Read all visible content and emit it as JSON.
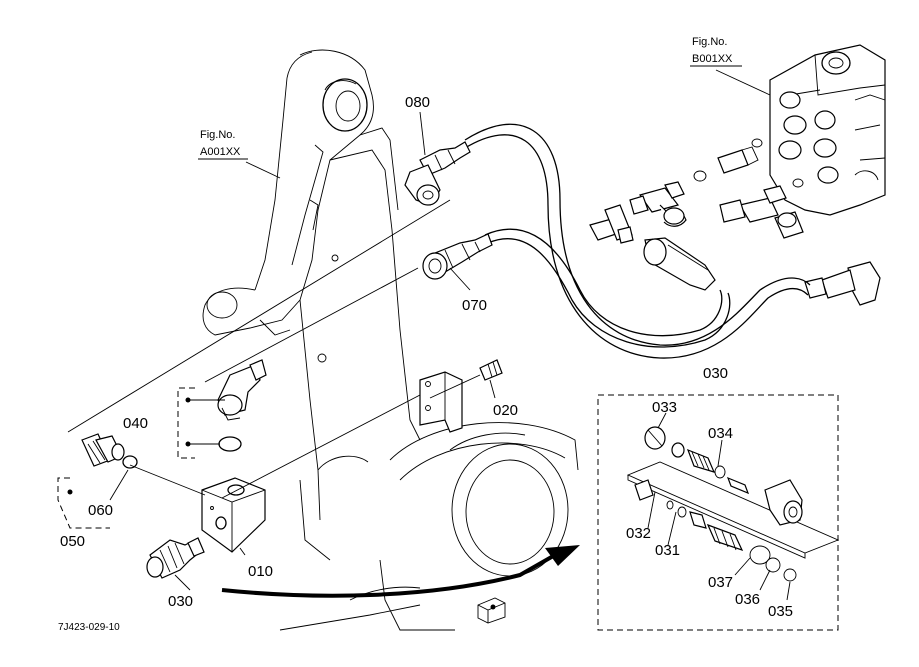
{
  "figure_refs": [
    {
      "id": "fig-a",
      "line1": "Fig.No.",
      "line2": "A001XX"
    },
    {
      "id": "fig-b",
      "line1": "Fig.No.",
      "line2": "B001XX"
    }
  ],
  "callouts": {
    "p010": "010",
    "p020": "020",
    "p030_main": "030",
    "p030_box": "030",
    "p031": "031",
    "p032": "032",
    "p033": "033",
    "p034": "034",
    "p035": "035",
    "p036": "036",
    "p037": "037",
    "p040": "040",
    "p050": "050",
    "p060": "060",
    "p070": "070",
    "p080": "080"
  },
  "drawing_code": "7J423-029-10"
}
